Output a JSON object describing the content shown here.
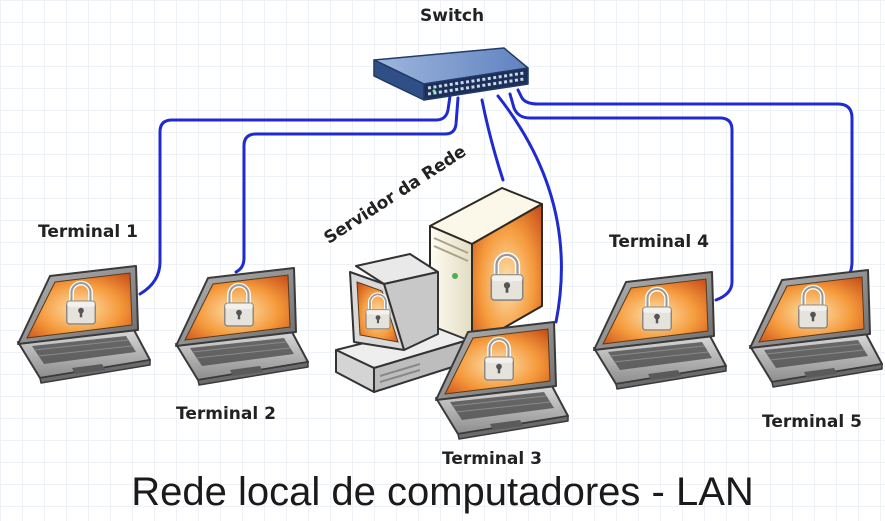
{
  "labels": {
    "switch": "Switch",
    "server": "Servidor da Rede",
    "terminal_1": "Terminal 1",
    "terminal_2": "Terminal 2",
    "terminal_3": "Terminal 3",
    "terminal_4": "Terminal 4",
    "terminal_5": "Terminal 5"
  },
  "caption": "Rede local de computadores - LAN",
  "colors": {
    "cable": "#1f2bd1",
    "switch_body": "#3c64a6",
    "laptop_body": "#8a8a8a",
    "screen_accent": "#f07a1c",
    "server_case": "#f3eedb"
  },
  "icons": {
    "switch": "network-switch-icon",
    "laptop": "laptop-icon",
    "server": "server-tower-icon",
    "desktop": "desktop-computer-icon",
    "lock": "padlock-icon"
  }
}
